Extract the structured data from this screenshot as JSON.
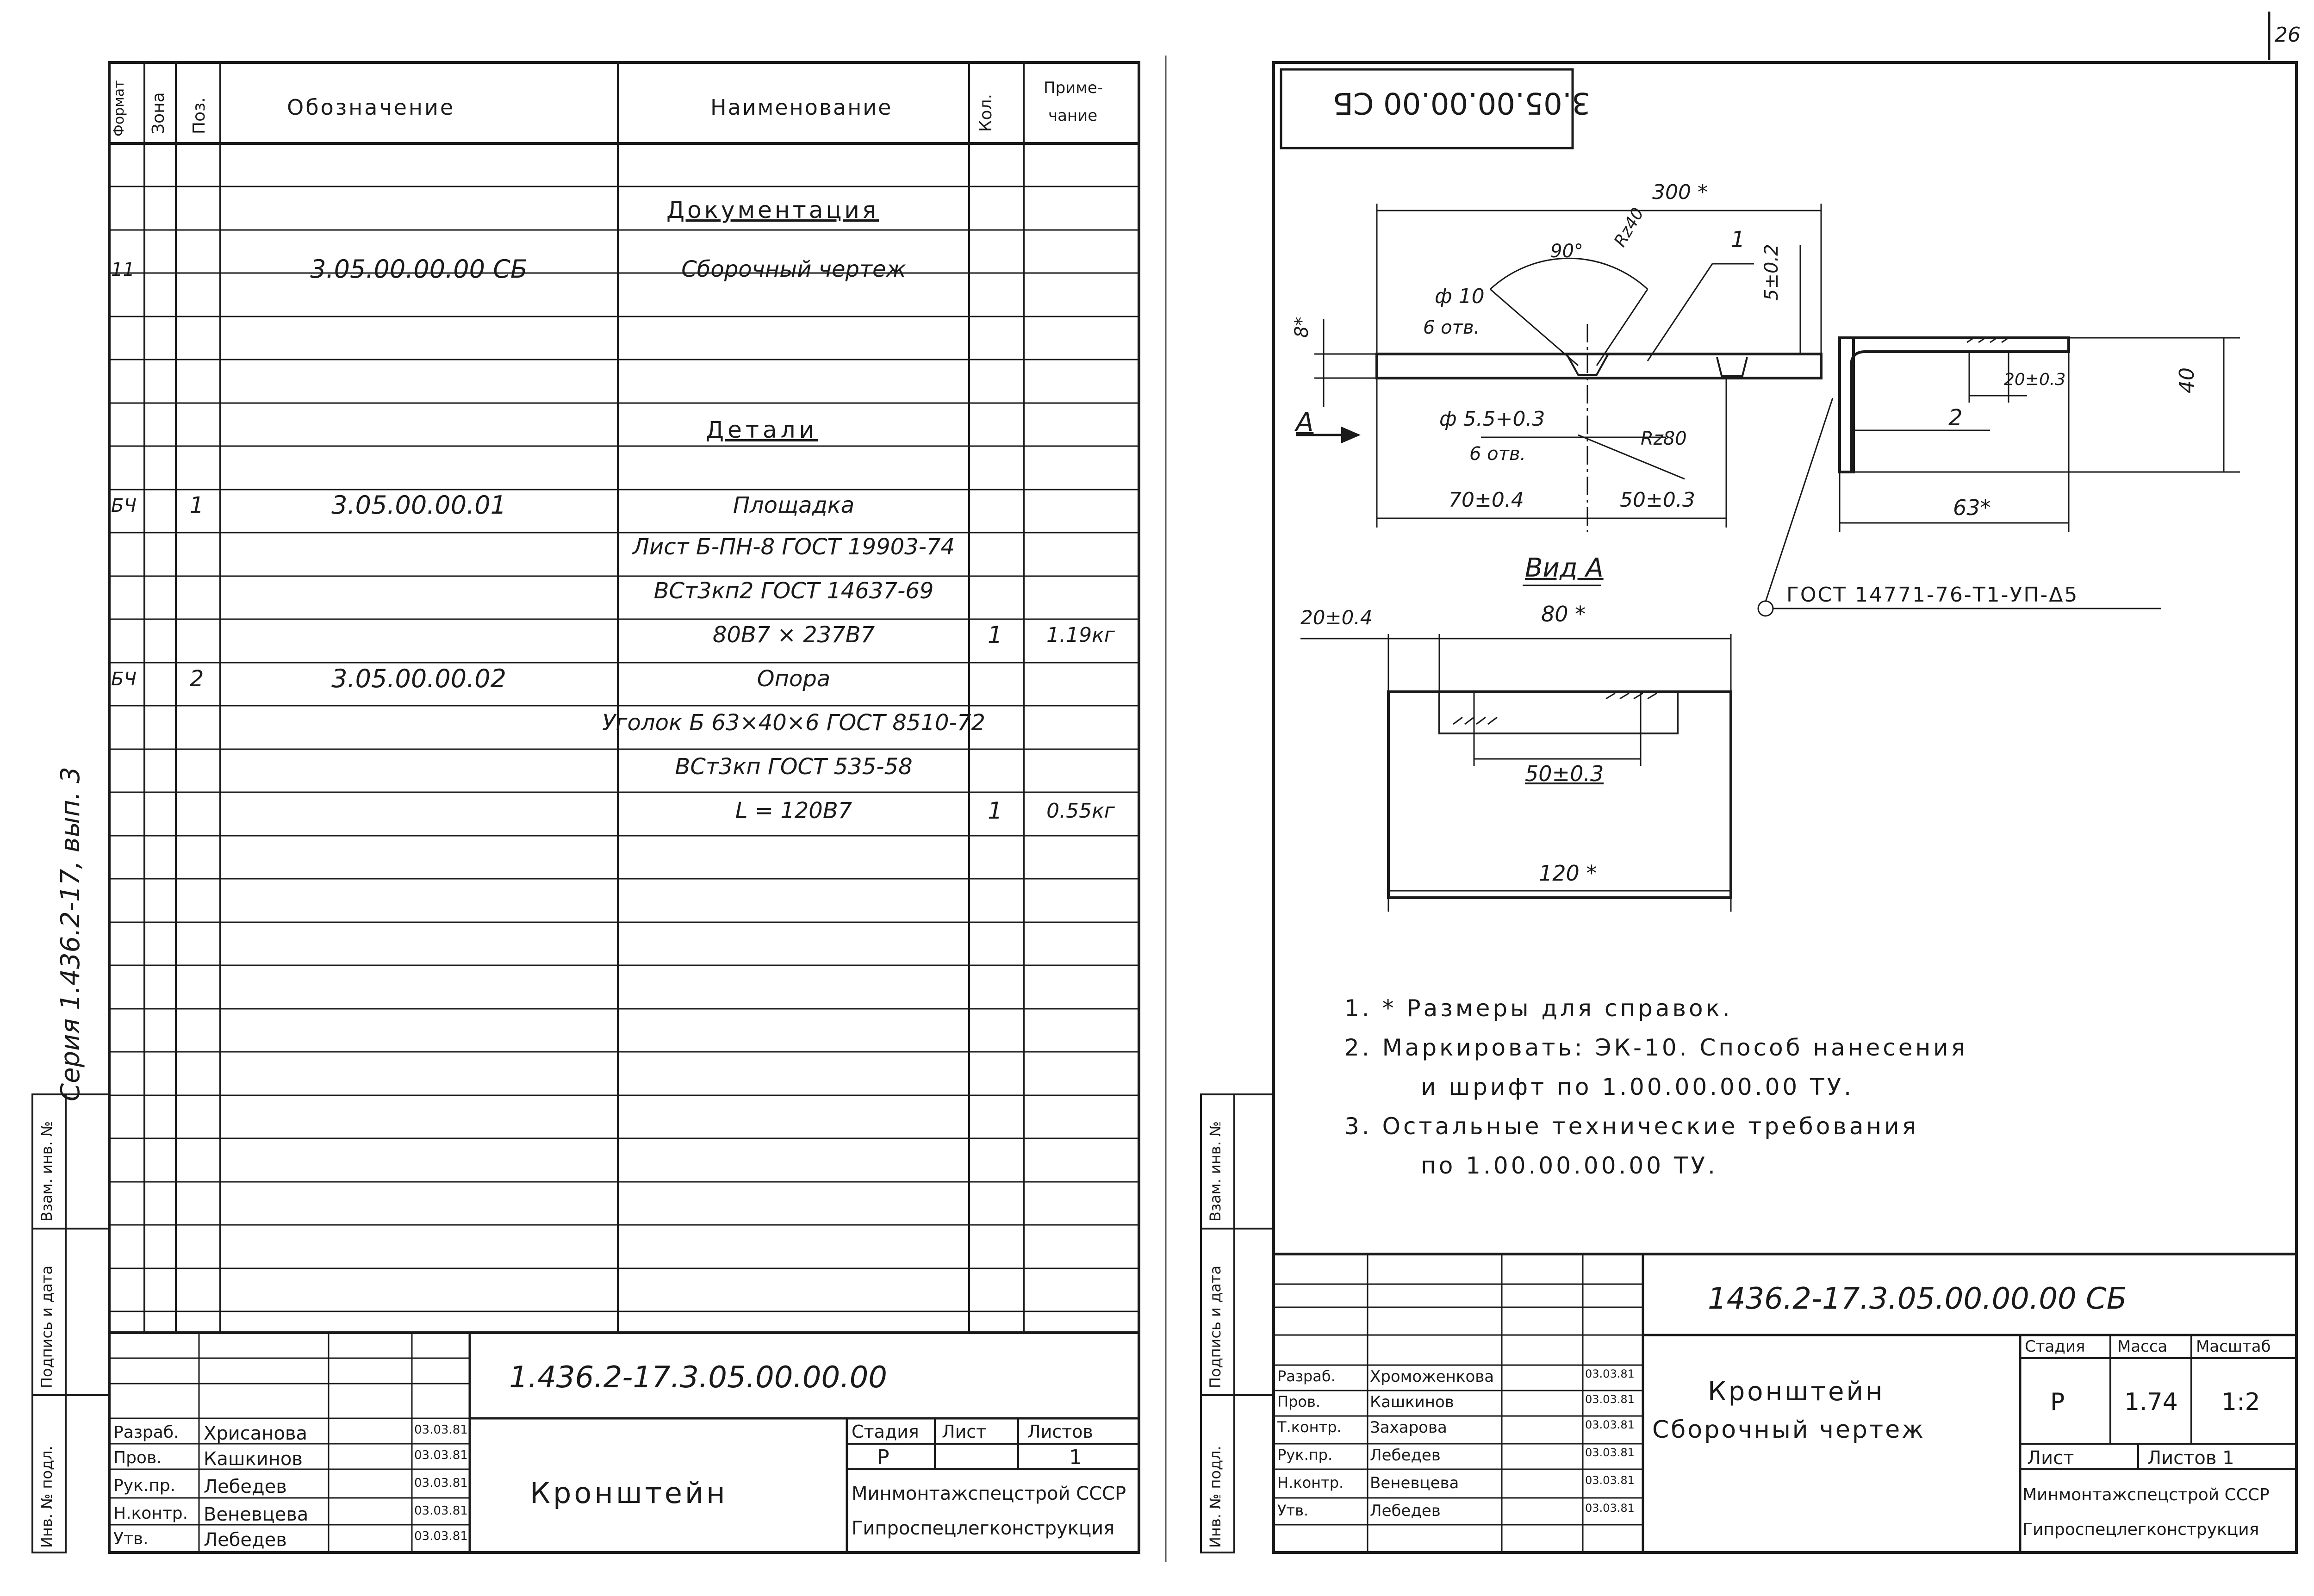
{
  "page_number": "26",
  "series": "Серия 1.436.2-17, вып. 3",
  "spec": {
    "headers": {
      "format": "Формат",
      "zone": "Зона",
      "pos": "Поз.",
      "designation": "Обозначение",
      "name": "Наименование",
      "qty": "Кол.",
      "note_1": "Приме-",
      "note_2": "чание"
    },
    "section_doc": "Документация",
    "section_parts": "Детали",
    "rows": [
      {
        "format": "11",
        "pos": "",
        "designation": "3.05.00.00.00 СБ",
        "name": "Сборочный чертеж",
        "qty": "",
        "note": ""
      },
      {
        "format": "БЧ",
        "pos": "1",
        "designation": "3.05.00.00.01",
        "name": "Площадка",
        "qty": "",
        "note": ""
      },
      {
        "format": "",
        "pos": "",
        "designation": "",
        "name": "Лист Б-ПН-8 ГОСТ 19903-74",
        "qty": "",
        "note": ""
      },
      {
        "format": "",
        "pos": "",
        "designation": "",
        "name": "ВСт3кп2 ГОСТ 14637-69",
        "qty": "",
        "note": ""
      },
      {
        "format": "",
        "pos": "",
        "designation": "",
        "name": "80В7 × 237В7",
        "qty": "1",
        "note": "1.19кг"
      },
      {
        "format": "БЧ",
        "pos": "2",
        "designation": "3.05.00.00.02",
        "name": "Опора",
        "qty": "",
        "note": ""
      },
      {
        "format": "",
        "pos": "",
        "designation": "",
        "name": "Уголок Б 63×40×6 ГОСТ 8510-72",
        "qty": "",
        "note": ""
      },
      {
        "format": "",
        "pos": "",
        "designation": "",
        "name": "ВСт3кп ГОСТ 535-58",
        "qty": "",
        "note": ""
      },
      {
        "format": "",
        "pos": "",
        "designation": "",
        "name": "L = 120В7",
        "qty": "1",
        "note": "0.55кг"
      }
    ],
    "side_labels": [
      "Инв. № подл.",
      "Подпись и дата",
      "Взам. инв. №"
    ],
    "stamp": {
      "code": "1.436.2-17.3.05.00.00.00",
      "title": "Кронштейн",
      "stage_label": "Стадия",
      "sheet_label": "Лист",
      "sheets_label": "Листов",
      "stage": "Р",
      "sheets": "1",
      "org_1": "Минмонтажспецстрой СССР",
      "org_2": "Гипроспецлегконструкция",
      "people": [
        {
          "role": "Разраб.",
          "name": "Хрисанова",
          "date": "03.03.81"
        },
        {
          "role": "Пров.",
          "name": "Кашкинов",
          "date": "03.03.81"
        },
        {
          "role": "Рук.пр.",
          "name": "Лебедев",
          "date": "03.03.81"
        },
        {
          "role": "Н.контр.",
          "name": "Веневцева",
          "date": "03.03.81"
        },
        {
          "role": "Утв.",
          "name": "Лебедев",
          "date": "03.03.81"
        }
      ]
    }
  },
  "drawing": {
    "code_mirrored": "3.05.00.00.00 СБ",
    "dims": {
      "d300": "300 *",
      "a90": "90°",
      "rz40": "Rz40",
      "d5": "5±0.2",
      "d8": "8*",
      "phi10": "ф 10",
      "six_holes": "6 отв.",
      "phi55": "ф 5.5+0.3",
      "six_holes2": "6 отв.",
      "rz80": "Rz80",
      "d70": "70±0.4",
      "d50": "50±0.3",
      "d20": "20±0.3",
      "d40": "40",
      "d63": "63*",
      "view_a": "Вид А",
      "arrow_a": "А",
      "d20b": "20±0.4",
      "d80": "80 *",
      "d50b": "50±0.3",
      "d120": "120 *",
      "lead1": "1",
      "lead2": "2",
      "weld": "ГОСТ 14771-76-Т1-УП-Δ5"
    },
    "notes": [
      "1. * Размеры для справок.",
      "2. Маркировать: ЭК-10. Способ нанесения",
      "и шрифт по 1.00.00.00.00 ТУ.",
      "3. Остальные технические требования",
      "по 1.00.00.00.00 ТУ."
    ],
    "side_labels": [
      "Инв. № подл.",
      "Подпись и дата",
      "Взам. инв. №"
    ],
    "stamp": {
      "code": "1436.2-17.3.05.00.00.00 СБ",
      "title_1": "Кронштейн",
      "title_2": "Сборочный чертеж",
      "stage_label": "Стадия",
      "mass_label": "Масса",
      "scale_label": "Масштаб",
      "stage": "Р",
      "mass": "1.74",
      "scale": "1:2",
      "sheet_label": "Лист",
      "sheets_label": "Листов 1",
      "org_1": "Минмонтажспецстрой СССР",
      "org_2": "Гипроспецлегконструкция",
      "people": [
        {
          "role": "Разраб.",
          "name": "Хроможенкова",
          "date": "03.03.81"
        },
        {
          "role": "Пров.",
          "name": "Кашкинов",
          "date": "03.03.81"
        },
        {
          "role": "Т.контр.",
          "name": "Захарова",
          "date": "03.03.81"
        },
        {
          "role": "Рук.пр.",
          "name": "Лебедев",
          "date": "03.03.81"
        },
        {
          "role": "Н.контр.",
          "name": "Веневцева",
          "date": "03.03.81"
        },
        {
          "role": "Утв.",
          "name": "Лебедев",
          "date": "03.03.81"
        }
      ]
    }
  }
}
